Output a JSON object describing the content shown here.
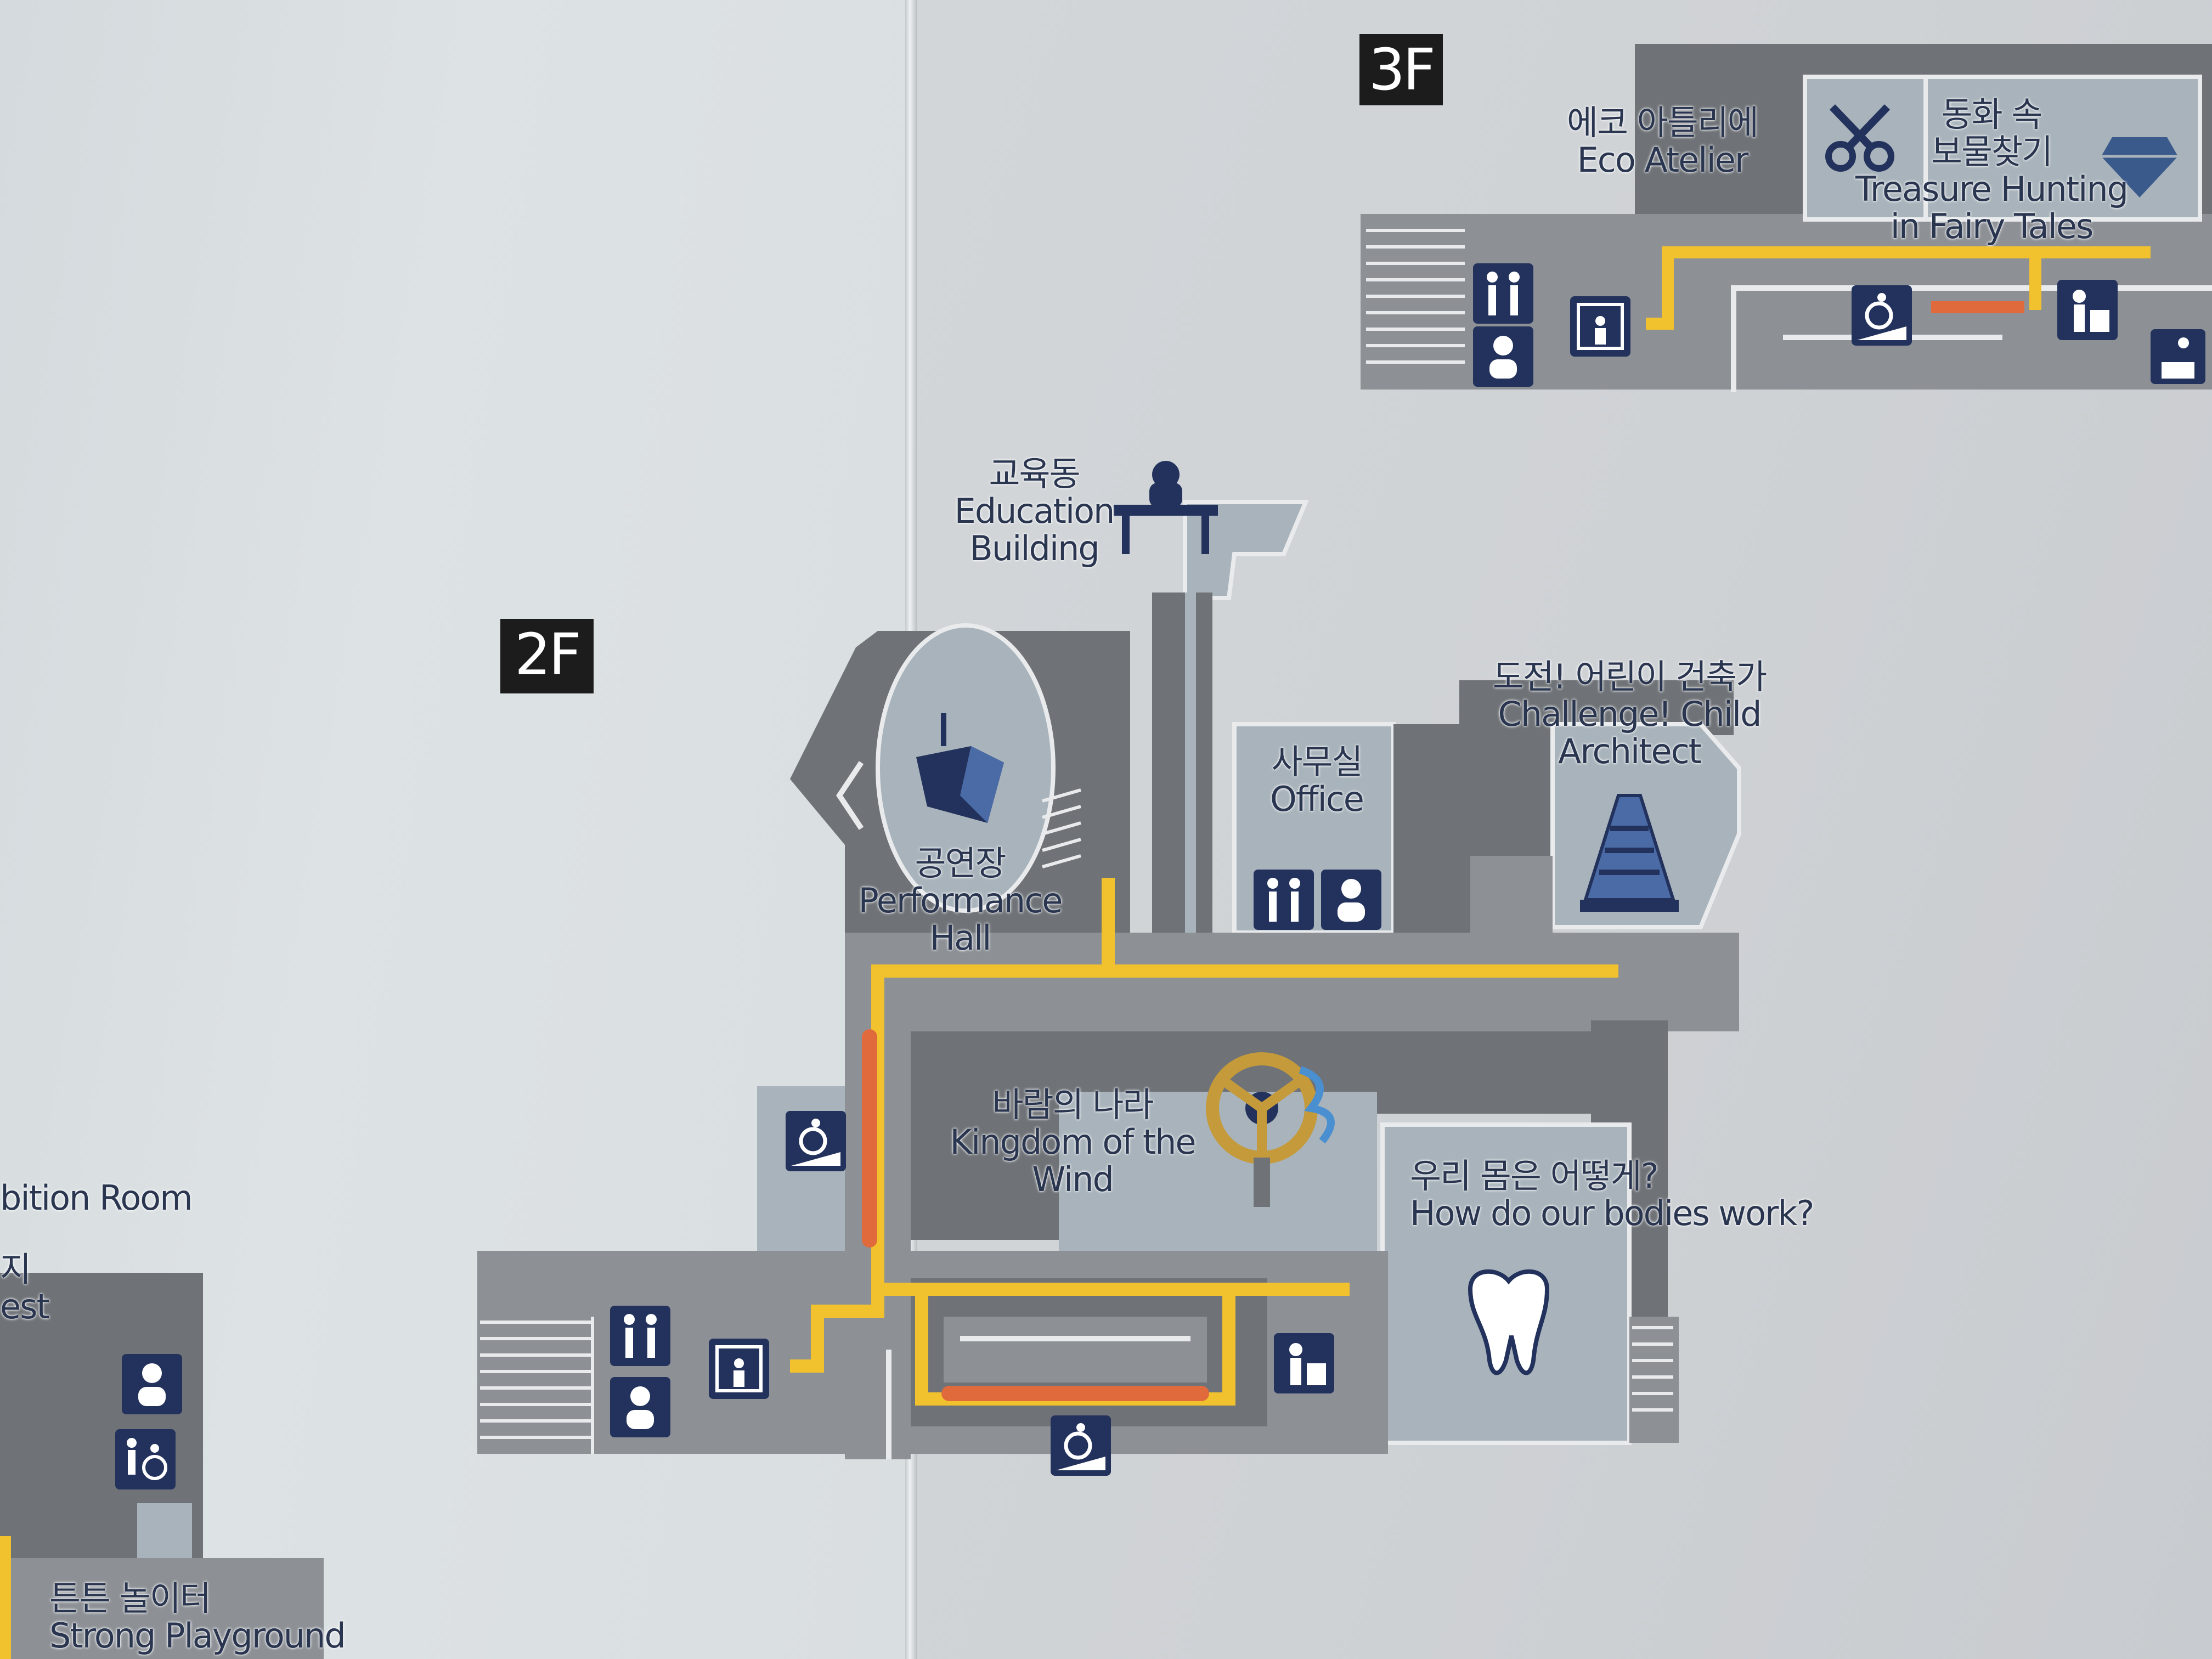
{
  "floors": {
    "second": "2F",
    "third": "3F"
  },
  "rooms": {
    "eco_atelier": {
      "ko": "에코 아틀리에",
      "en": "Eco Atelier"
    },
    "treasure": {
      "ko1": "동화 속",
      "ko2": "보물찾기",
      "en1": "Treasure Hunting",
      "en2": "in Fairy Tales"
    },
    "education": {
      "ko": "교육동",
      "en1": "Education",
      "en2": "Building"
    },
    "challenge": {
      "ko": "도전! 어린이 건축가",
      "en1": "Challenge! Child",
      "en2": "Architect"
    },
    "office": {
      "ko": "사무실",
      "en": "Office"
    },
    "performance": {
      "ko": "공연장",
      "en1": "Performance",
      "en2": "Hall"
    },
    "wind": {
      "ko": "바람의 나라",
      "en1": "Kingdom of the",
      "en2": "Wind"
    },
    "bodies": {
      "ko": "우리 몸은 어떻게?",
      "en": "How do our bodies work?"
    },
    "exhibition_partial": {
      "en": "bition Room",
      "ko": "지",
      "en2": "est"
    },
    "playground": {
      "ko": "튼튼 놀이터",
      "en": "Strong Playground"
    }
  },
  "icons": [
    "scissors-icon",
    "diamond-icon",
    "restroom-icon",
    "baby-changing-icon",
    "elevator-icon",
    "wheelchair-ramp-icon",
    "water-fountain-icon",
    "nursing-room-icon",
    "accessible-restroom-icon",
    "spotlight-icon",
    "traffic-cone-icon",
    "steering-wheel-icon",
    "tooth-icon",
    "desk-person-icon"
  ],
  "colors": {
    "room": "#6f7377",
    "room_light": "#a8b3bb",
    "corridor": "#8d9196",
    "path_yellow": "#f2c12e",
    "path_orange": "#e06a3c",
    "icon_bg": "#23325c",
    "floor_badge": "#1c1c1c"
  }
}
